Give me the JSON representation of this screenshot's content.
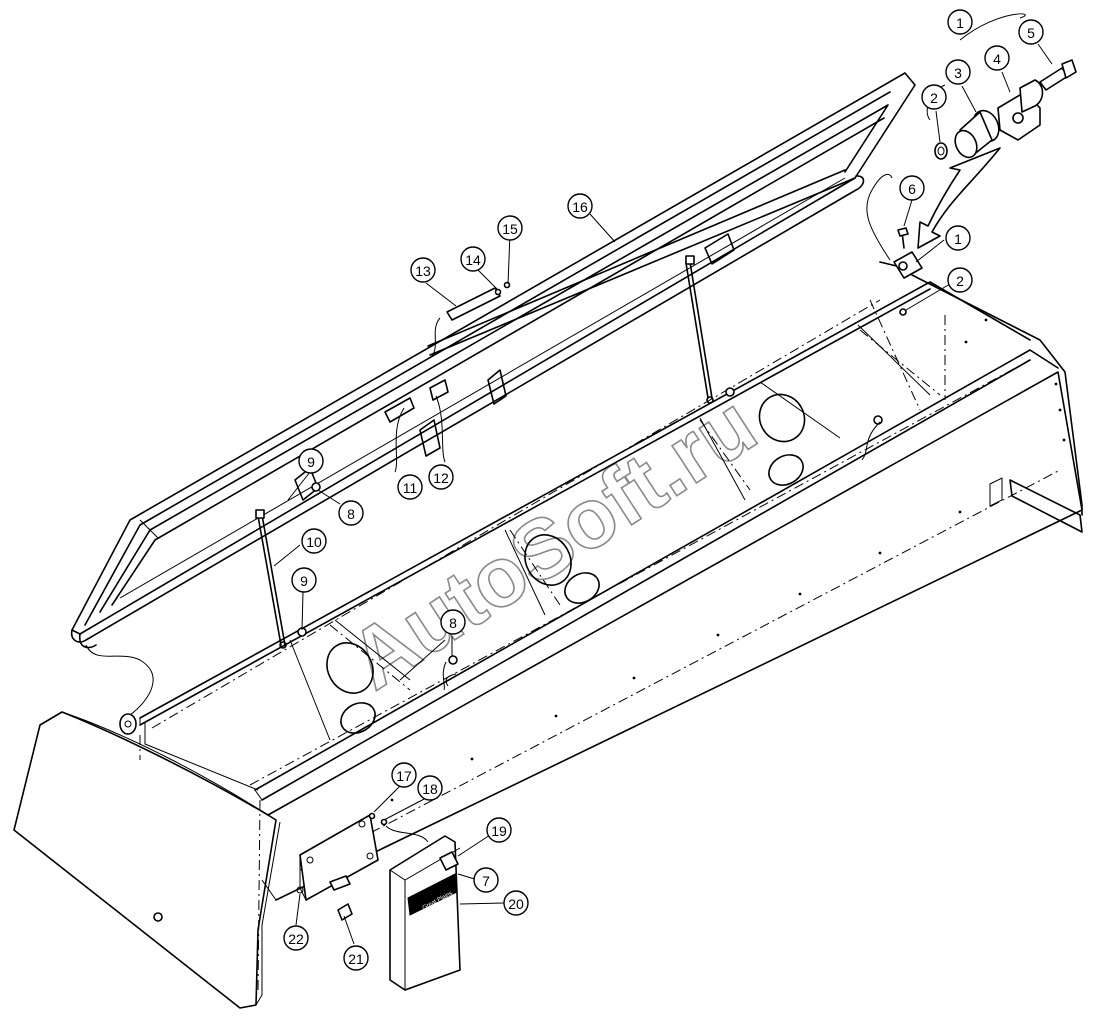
{
  "watermark": "AutoSoft.ru",
  "box_label": "Great Plains",
  "callouts": [
    {
      "id": "c1a",
      "label": "1"
    },
    {
      "id": "c2a",
      "label": "2"
    },
    {
      "id": "c3",
      "label": "3"
    },
    {
      "id": "c4",
      "label": "4"
    },
    {
      "id": "c5",
      "label": "5"
    },
    {
      "id": "c6",
      "label": "6"
    },
    {
      "id": "c1b",
      "label": "1"
    },
    {
      "id": "c2b",
      "label": "2"
    },
    {
      "id": "c16",
      "label": "16"
    },
    {
      "id": "c15",
      "label": "15"
    },
    {
      "id": "c14",
      "label": "14"
    },
    {
      "id": "c13",
      "label": "13"
    },
    {
      "id": "c9a",
      "label": "9"
    },
    {
      "id": "c8a",
      "label": "8"
    },
    {
      "id": "c11",
      "label": "11"
    },
    {
      "id": "c12",
      "label": "12"
    },
    {
      "id": "c10",
      "label": "10"
    },
    {
      "id": "c9b",
      "label": "9"
    },
    {
      "id": "c8b",
      "label": "8"
    },
    {
      "id": "c17",
      "label": "17"
    },
    {
      "id": "c18",
      "label": "18"
    },
    {
      "id": "c19",
      "label": "19"
    },
    {
      "id": "c7",
      "label": "7"
    },
    {
      "id": "c20",
      "label": "20"
    },
    {
      "id": "c22",
      "label": "22"
    },
    {
      "id": "c21",
      "label": "21"
    }
  ]
}
